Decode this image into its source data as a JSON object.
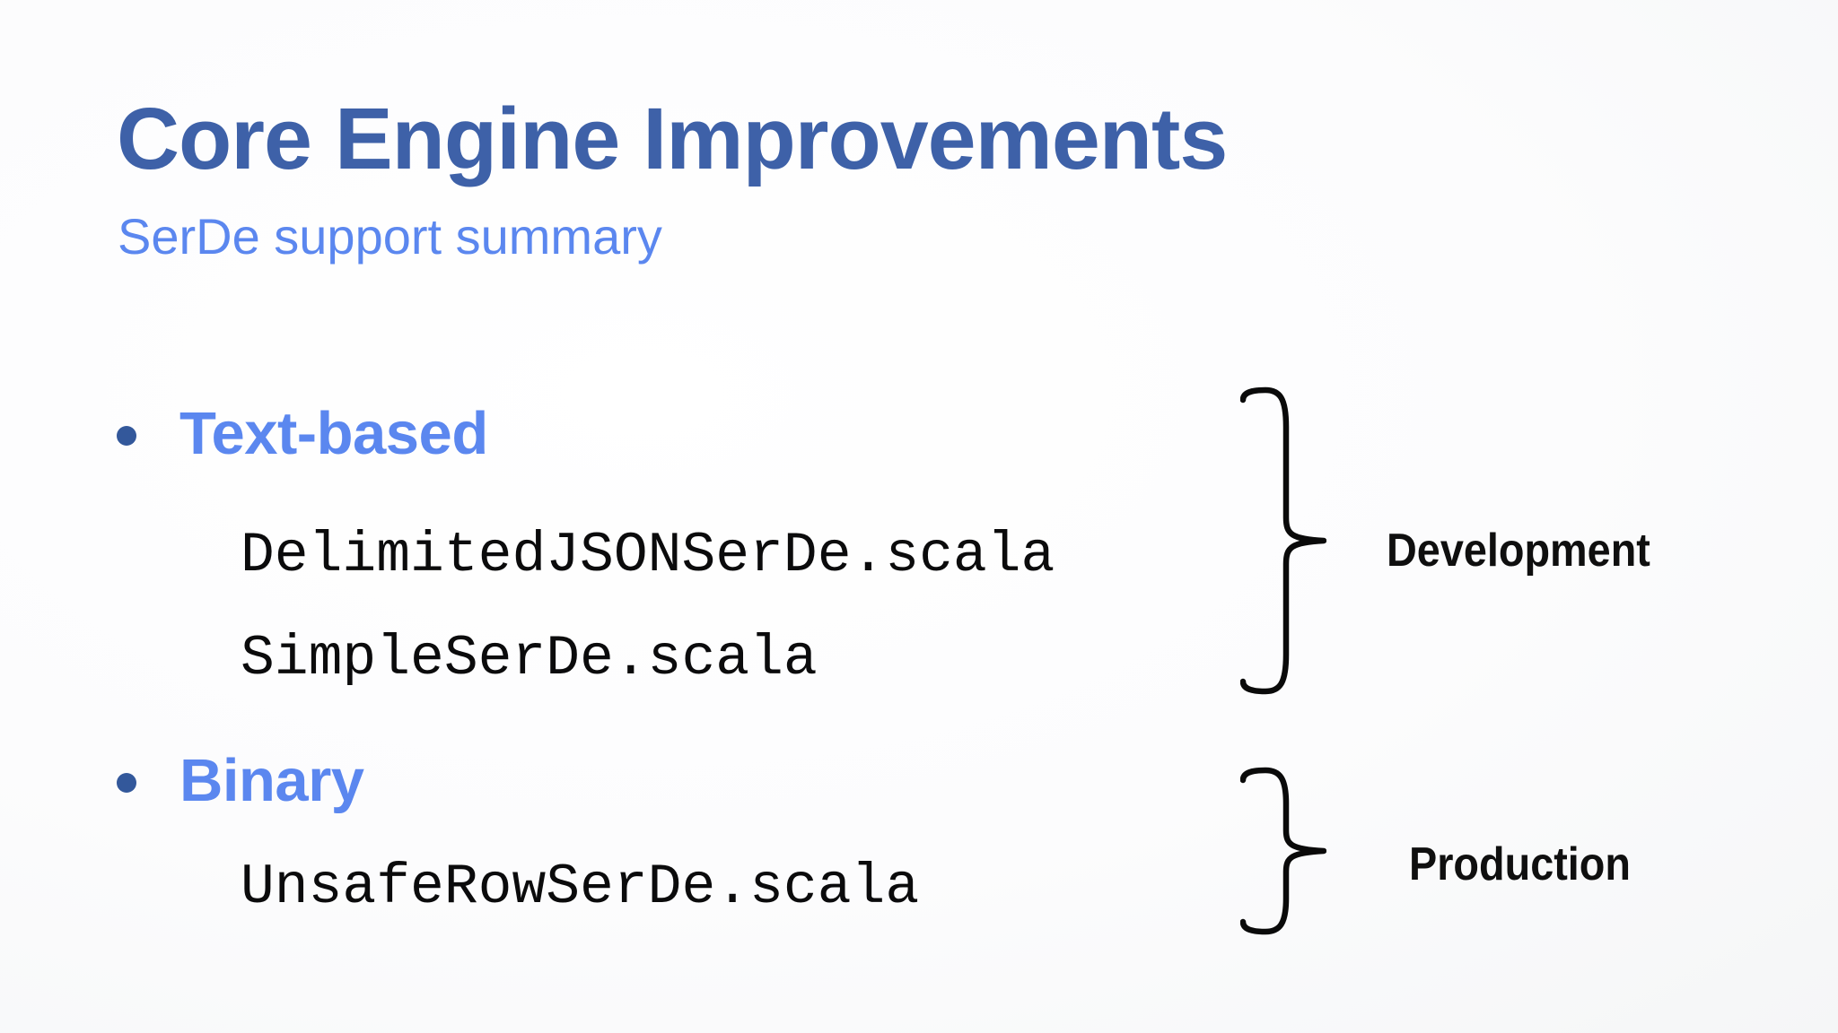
{
  "slide": {
    "title": "Core Engine Improvements",
    "subtitle": "SerDe support summary",
    "bullets": [
      {
        "label": "Text-based",
        "items": [
          "DelimitedJSONSerDe.scala",
          "SimpleSerDe.scala"
        ]
      },
      {
        "label": "Binary",
        "items": [
          "UnsafeRowSerDe.scala"
        ]
      }
    ],
    "groups": [
      {
        "label": "Development"
      },
      {
        "label": "Production"
      }
    ],
    "colors": {
      "title_text": "#3e61a8",
      "subtitle_text": "#5b87ef",
      "bullet_label_text": "#5b87ef",
      "bullet_dot": "#33589b",
      "code_text": "#0b0b0c",
      "brace_stroke": "#0a0a0a",
      "group_label_text": "#0f0f0f",
      "background": "#fcfcfd"
    }
  }
}
